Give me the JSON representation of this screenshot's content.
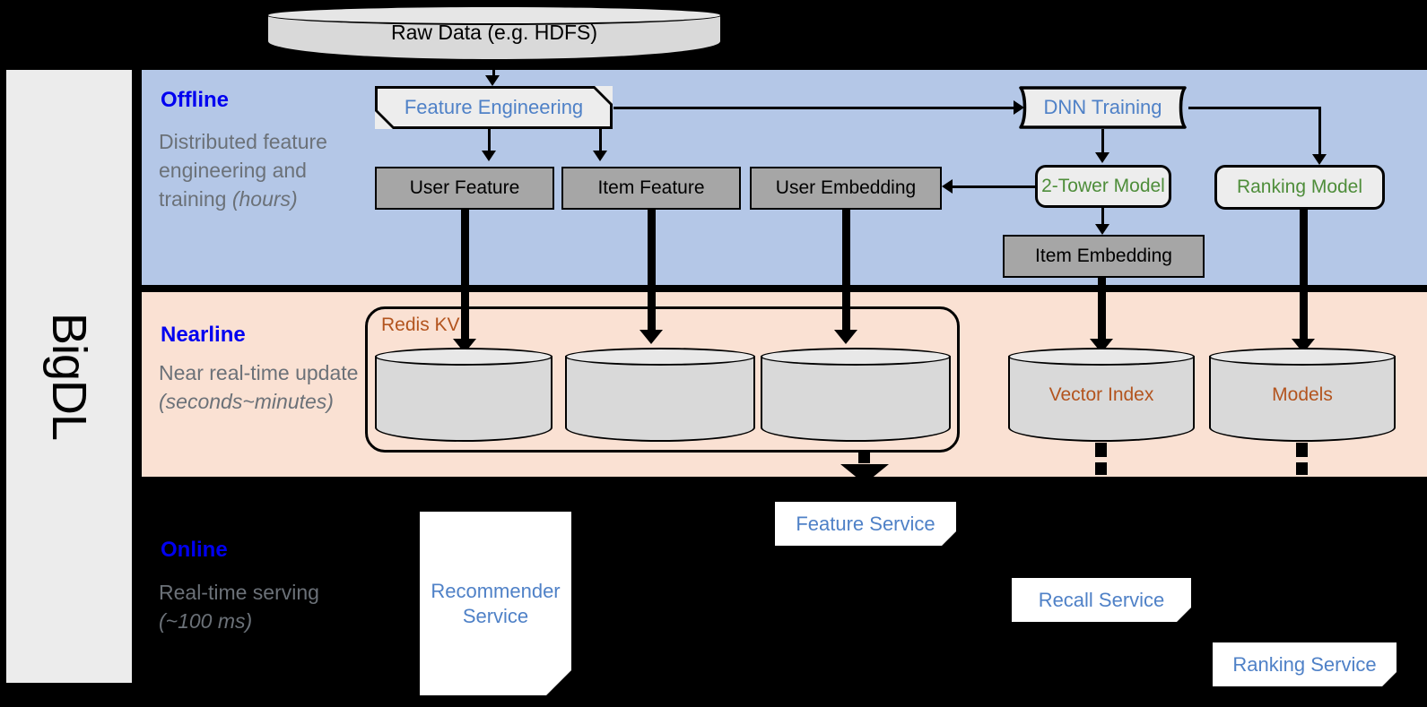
{
  "framework": {
    "name": "BigDL"
  },
  "bands": {
    "offline": {
      "title": "Offline",
      "desc_line1": "Distributed feature engineering and training ",
      "desc_em": "(hours)"
    },
    "nearline": {
      "title": "Nearline",
      "desc_line1": "Near real-time update ",
      "desc_em": "(seconds~minutes)"
    },
    "online": {
      "title": "Online",
      "desc_line1": "Real-time serving ",
      "desc_em": "(~100 ms)"
    }
  },
  "source": {
    "raw_data": "Raw Data (e.g. HDFS)"
  },
  "offline_nodes": {
    "feature_engineering": "Feature Engineering",
    "dnn_training": "DNN Training",
    "user_feature": "User Feature",
    "item_feature": "Item Feature",
    "user_embedding": "User Embedding",
    "two_tower_model": "2-Tower Model",
    "ranking_model": "Ranking Model",
    "item_embedding": "Item Embedding"
  },
  "nearline_nodes": {
    "redis_kv": "Redis KV",
    "store_user_feature": "",
    "store_item_feature": "",
    "store_user_embedding": "",
    "vector_index": "Vector Index",
    "models": "Models"
  },
  "online_nodes": {
    "recommender_service": "Recommender Service",
    "feature_service": "Feature Service",
    "recall_service": "Recall Service",
    "ranking_service": "Ranking Service"
  },
  "colors": {
    "offline_band": "#b4c7e7",
    "nearline_band": "#fae1d3",
    "online_band": "#000000",
    "band_title": "#0000f0",
    "band_desc": "#6b7178",
    "blue_text": "#4f81c7",
    "green_text": "#4e8d3a",
    "brown_text": "#b3541e",
    "gray_box": "#a6a6a6",
    "sidebar": "#ececec"
  }
}
